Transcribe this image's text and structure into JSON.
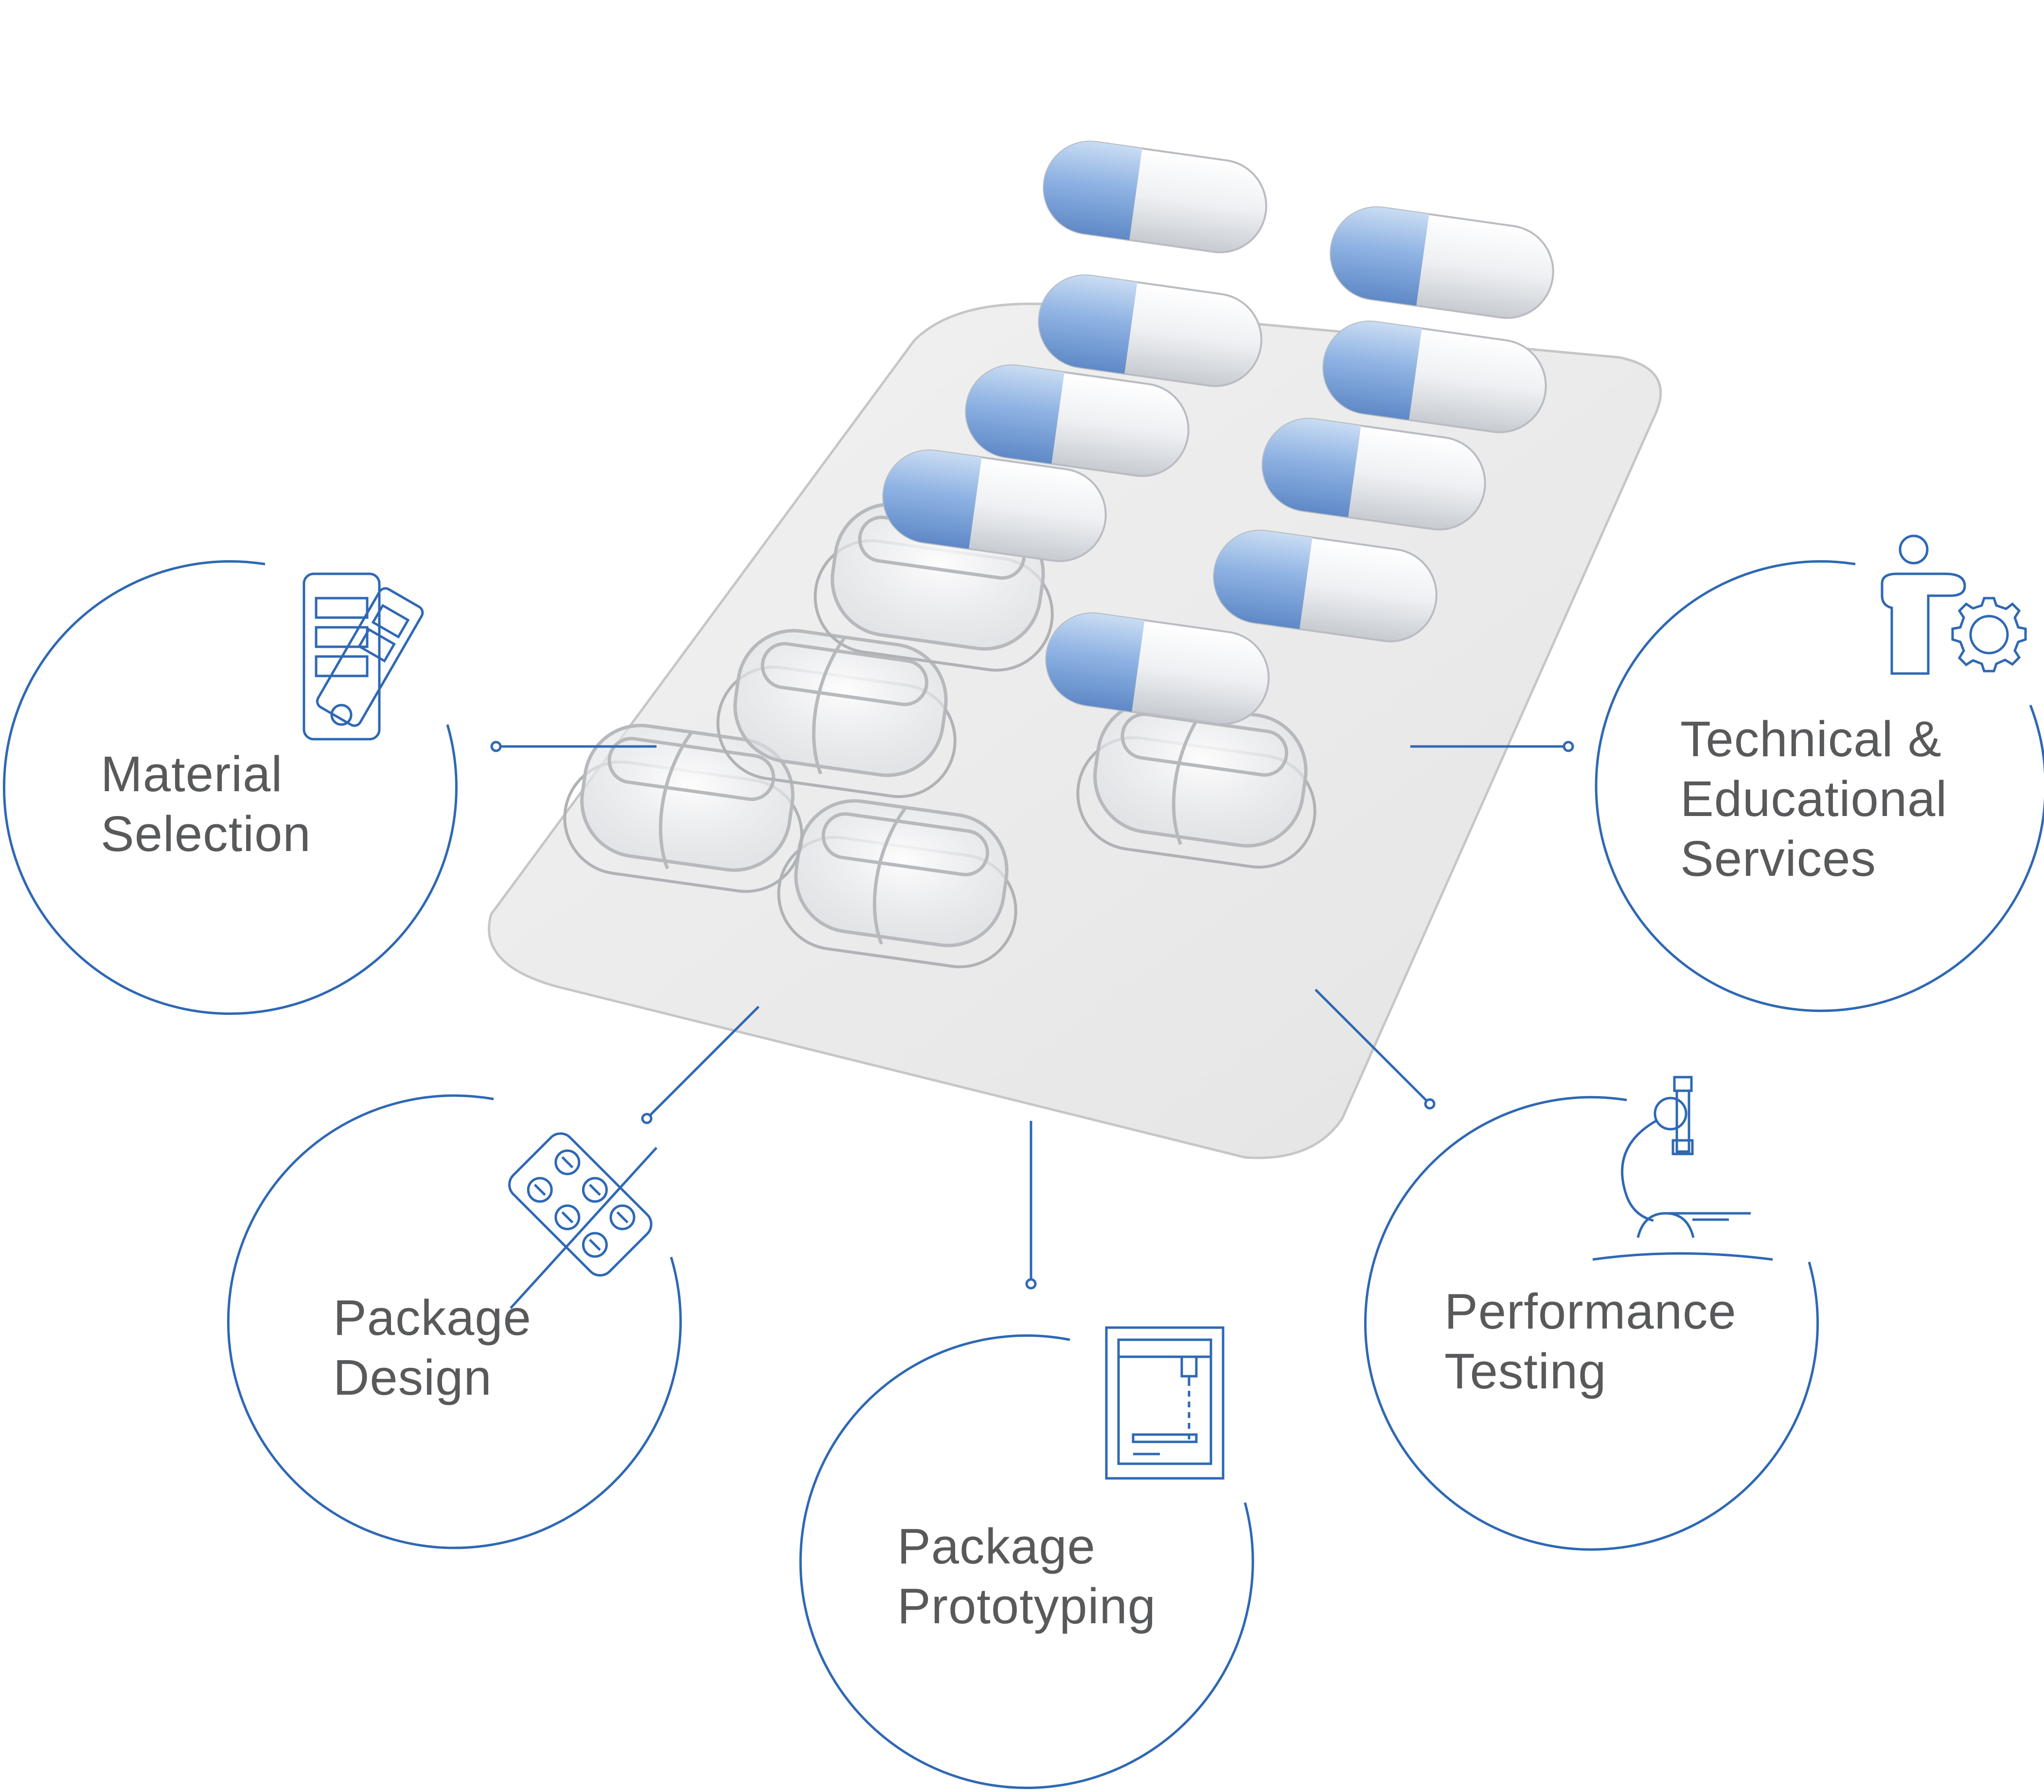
{
  "accent_color": "#2e68b4",
  "text_color": "#58595b",
  "center_image": "pharmaceutical-blister-pack-with-capsules",
  "services": [
    {
      "key": "material",
      "icon": "color-swatch-icon",
      "lines": [
        "Material",
        "Selection"
      ]
    },
    {
      "key": "technical",
      "icon": "person-gear-icon",
      "lines": [
        "Technical &",
        "Educational",
        "Services"
      ]
    },
    {
      "key": "design",
      "icon": "blister-pack-icon",
      "lines": [
        "Package",
        "Design"
      ]
    },
    {
      "key": "prototyping",
      "icon": "3d-printer-icon",
      "lines": [
        "Package",
        "Prototyping"
      ]
    },
    {
      "key": "testing",
      "icon": "microscope-icon",
      "lines": [
        "Performance",
        "Testing"
      ]
    }
  ]
}
